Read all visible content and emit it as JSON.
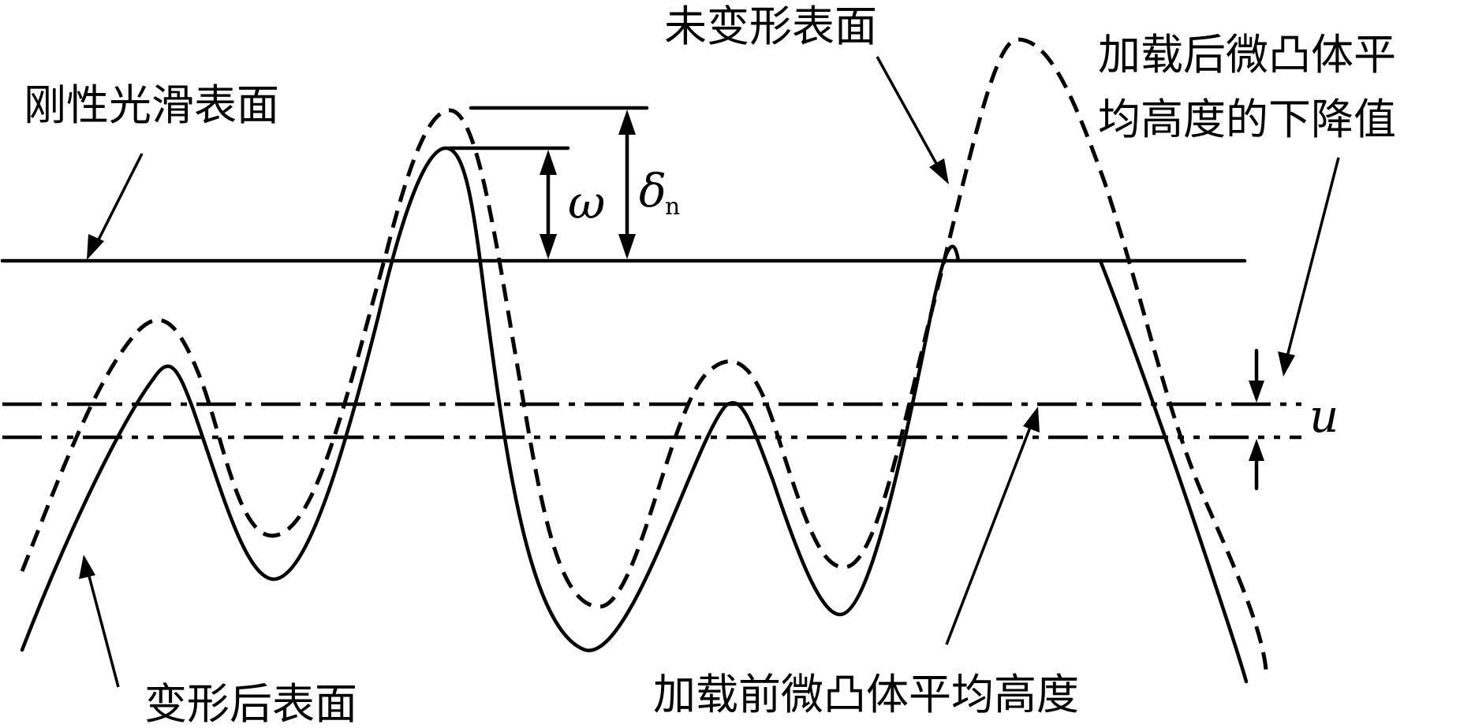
{
  "labels": {
    "rigid_surface": "刚性光滑表面",
    "undeformed_surface": "未变形表面",
    "drop_value_line1": "加载后微凸体平",
    "drop_value_line2": "均高度的下降值",
    "deformed_surface": "变形后表面",
    "mean_height_before": "加载前微凸体平均高度",
    "omega": "ω",
    "delta": "δ",
    "delta_sub": "n",
    "u": "u"
  }
}
